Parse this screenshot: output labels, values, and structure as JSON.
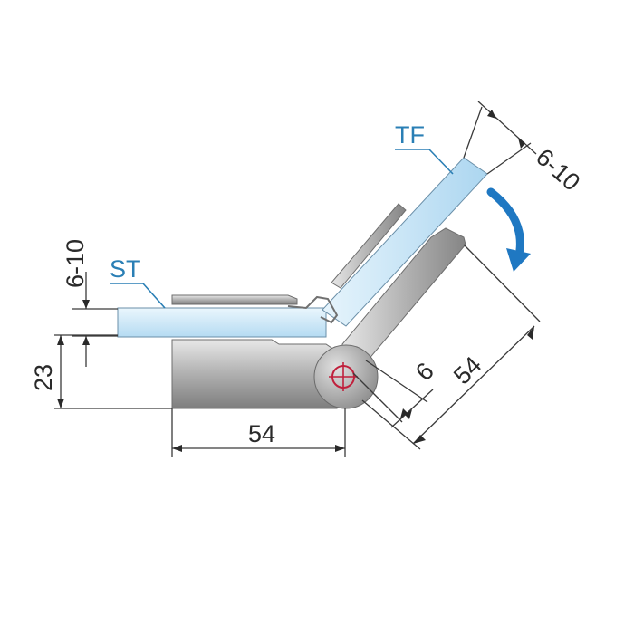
{
  "labels": {
    "st": "ST",
    "tf": "TF"
  },
  "dimensions": {
    "glass_thickness_left": "6-10",
    "glass_thickness_right": "6-10",
    "height": "23",
    "width_horizontal": "54",
    "width_angled": "54",
    "offset_angled": "6"
  },
  "colors": {
    "label": "#2a7fb5",
    "rotation_arrow": "#1f78c2",
    "glass": "#cfe7f6",
    "metal": "#a9a9a9",
    "pivot_mark": "#c0203c"
  },
  "icons": {
    "rotation": "curved-arrow-icon",
    "pivot": "crosshair-icon"
  }
}
